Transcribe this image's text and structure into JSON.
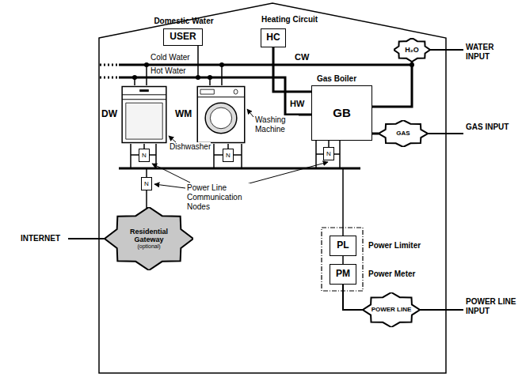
{
  "diagram": {
    "nodes": [
      {
        "text": [
          "Domestic Water",
          "USER"
        ]
      },
      {
        "text": [
          "Heating Circuit",
          "HC"
        ]
      },
      {
        "text": [
          "H₂O"
        ]
      },
      {
        "text": [
          "DW"
        ]
      },
      {
        "text": [
          "WM"
        ]
      },
      {
        "text": [
          "Gas Boiler",
          "GB"
        ]
      },
      {
        "text": [
          "N"
        ]
      },
      {
        "text": [
          "N"
        ]
      },
      {
        "text": [
          "N"
        ]
      },
      {
        "text": [
          "GAS"
        ]
      },
      {
        "text": [
          "N"
        ]
      },
      {
        "text": [
          "PL",
          "Power Limiter"
        ]
      },
      {
        "text": [
          "PM",
          "Power Meter"
        ]
      },
      {
        "text": [
          "POWER LINE"
        ]
      },
      {
        "text": [
          "Residential Gateway",
          "(optional)"
        ]
      }
    ],
    "edges": [
      {
        "from": 1,
        "to": 5,
        "arrow": "none"
      },
      {
        "from": 2,
        "to": 5,
        "arrow": "none"
      },
      {
        "from": 9,
        "to": 5,
        "arrow": "none"
      },
      {
        "from": 6,
        "to": 3,
        "arrow": "none"
      },
      {
        "from": 7,
        "to": 4,
        "arrow": "none"
      },
      {
        "from": 8,
        "to": 5,
        "arrow": "none"
      },
      {
        "from": 10,
        "to": 14,
        "arrow": "none"
      },
      {
        "from": 12,
        "to": 13,
        "arrow": "none"
      }
    ],
    "labels": [
      "Cold Water",
      "Hot Water",
      "CW",
      "HW",
      "Dishwasher",
      "Washing Machine",
      "Power Line Communication Nodes",
      "WATER INPUT",
      "GAS INPUT",
      "POWER LINE INPUT",
      "INTERNET"
    ]
  }
}
